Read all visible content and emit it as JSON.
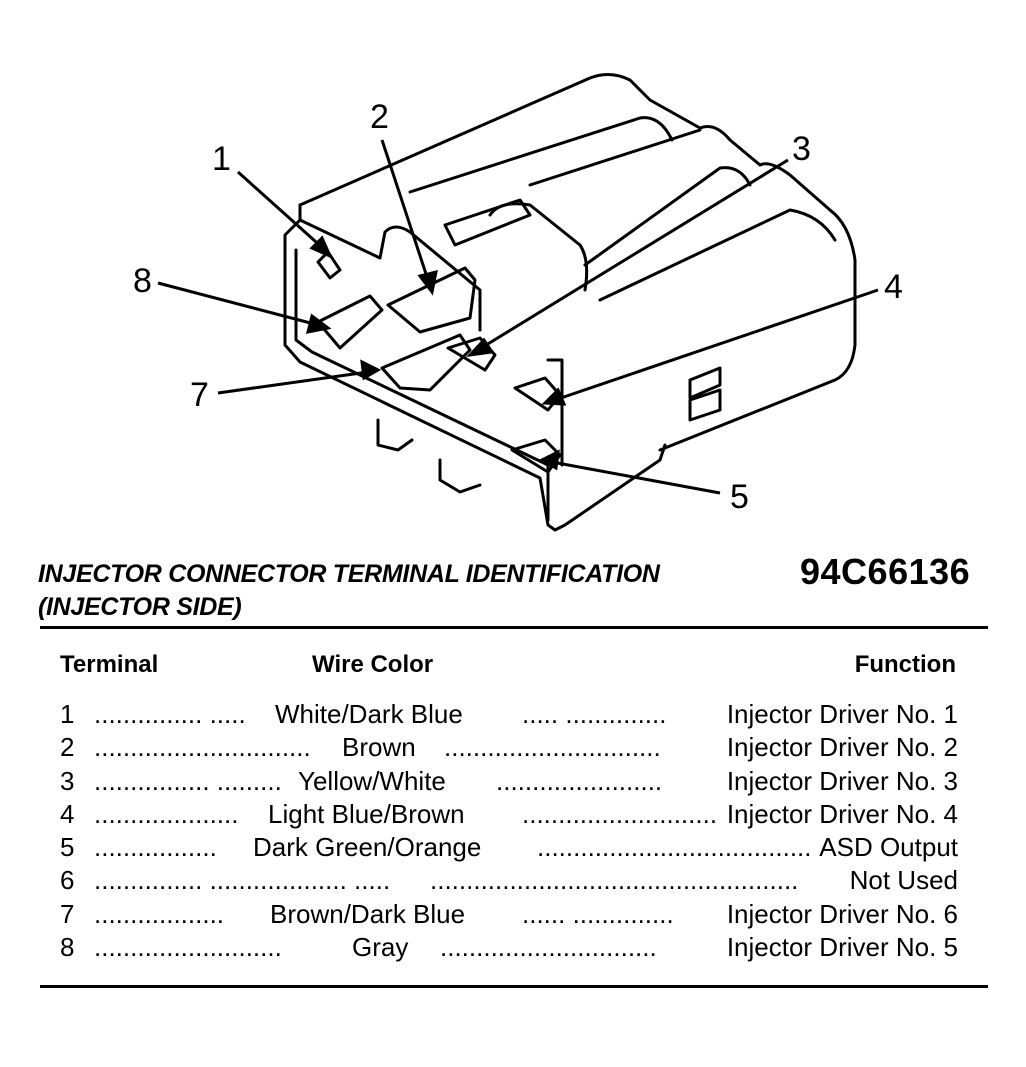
{
  "callouts": [
    "1",
    "2",
    "3",
    "4",
    "5",
    "7",
    "8"
  ],
  "title_line1": "INJECTOR CONNECTOR TERMINAL IDENTIFICATION",
  "title_line2": "(INJECTOR SIDE)",
  "figure_id": "94C66136",
  "table": {
    "headers": {
      "terminal": "Terminal",
      "wire_color": "Wire Color",
      "function": "Function"
    },
    "rows": [
      {
        "terminal": "1",
        "leader": "............... .....",
        "color": "White/Dark Blue",
        "trailer": "..... ..............",
        "function": "Injector Driver No. 1"
      },
      {
        "terminal": "2",
        "leader": "..............................",
        "color": "Brown",
        "trailer": "..............................",
        "function": "Injector Driver No. 2"
      },
      {
        "terminal": "3",
        "leader": "................ .........",
        "color": "Yellow/White",
        "trailer": ".......................",
        "function": "Injector Driver No. 3"
      },
      {
        "terminal": "4",
        "leader": "....................",
        "color": "Light Blue/Brown",
        "trailer": "...........................",
        "function": "Injector Driver No. 4"
      },
      {
        "terminal": "5",
        "leader": ".................",
        "color": "Dark Green/Orange",
        "trailer": "......................................",
        "function": "ASD Output"
      },
      {
        "terminal": "6",
        "leader": "............... ................... .....",
        "color": "",
        "trailer": "...................................................",
        "function": "Not Used"
      },
      {
        "terminal": "7",
        "leader": "..................",
        "color": "Brown/Dark Blue",
        "trailer": "...... ..............",
        "function": "Injector Driver No. 6"
      },
      {
        "terminal": "8",
        "leader": "..........................",
        "color": "Gray",
        "trailer": "..............................",
        "function": "Injector Driver No. 5"
      }
    ]
  }
}
